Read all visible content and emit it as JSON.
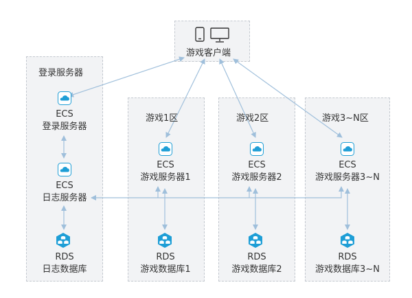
{
  "client": {
    "label": "游戏客户端",
    "icons": [
      "mobile-phone-icon",
      "desktop-monitor-icon"
    ]
  },
  "groups": {
    "login": {
      "title": "登录服务器"
    },
    "zone1": {
      "title": "游戏1区"
    },
    "zone2": {
      "title": "游戏2区"
    },
    "zone3": {
      "title": "游戏3~N区"
    }
  },
  "nodes": {
    "login_ecs": {
      "line1": "ECS",
      "line2": "登录服务器",
      "icon": "ecs-cloud-icon"
    },
    "log_ecs": {
      "line1": "ECS",
      "line2": "日志服务器",
      "icon": "ecs-cloud-icon"
    },
    "log_rds": {
      "line1": "RDS",
      "line2": "日志数据库",
      "icon": "rds-database-icon"
    },
    "z1_ecs": {
      "line1": "ECS",
      "line2": "游戏服务器1",
      "icon": "ecs-cloud-icon"
    },
    "z1_rds": {
      "line1": "RDS",
      "line2": "游戏数据库1",
      "icon": "rds-database-icon"
    },
    "z2_ecs": {
      "line1": "ECS",
      "line2": "游戏服务器2",
      "icon": "ecs-cloud-icon"
    },
    "z2_rds": {
      "line1": "RDS",
      "line2": "游戏数据库2",
      "icon": "rds-database-icon"
    },
    "z3_ecs": {
      "line1": "ECS",
      "line2": "游戏服务器3~N",
      "icon": "ecs-cloud-icon"
    },
    "z3_rds": {
      "line1": "RDS",
      "line2": "游戏数据库3~N",
      "icon": "rds-database-icon"
    }
  },
  "colors": {
    "icon_blue": "#1e9ed6",
    "line": "#9fbfdb",
    "group_bg": "#f2f3f5",
    "group_border": "#c3c8cf"
  }
}
